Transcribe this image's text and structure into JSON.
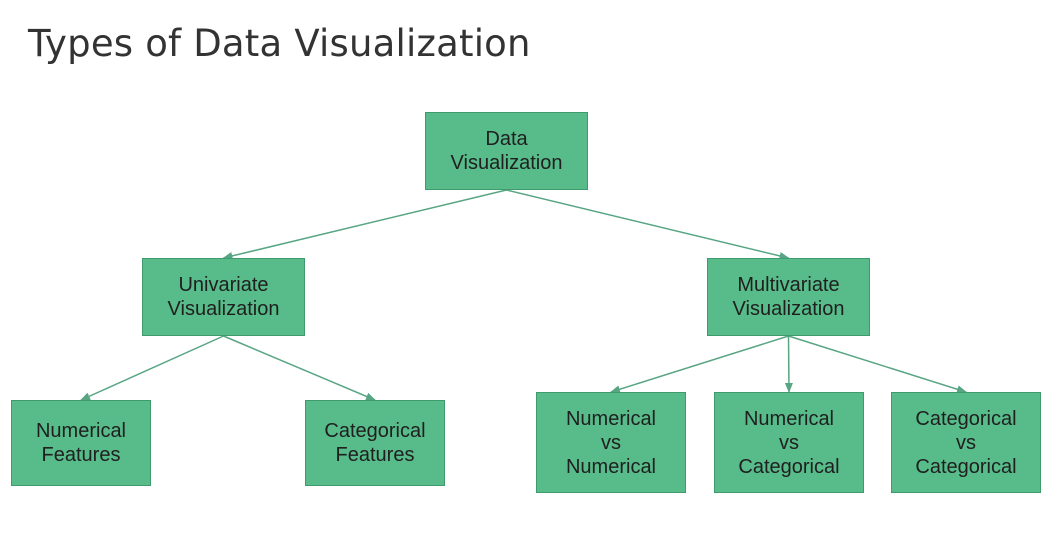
{
  "slide": {
    "title": "Types of Data Visualization"
  },
  "colors": {
    "node_fill": "#57bb8a",
    "node_border": "#3f9a6c",
    "connector": "#57a583",
    "title_text": "#333333"
  },
  "diagram": {
    "root": {
      "lines": [
        "Data",
        "Visualization"
      ]
    },
    "univariate": {
      "lines": [
        "Univariate",
        "Visualization"
      ]
    },
    "multivariate": {
      "lines": [
        "Multivariate",
        "Visualization"
      ]
    },
    "numerical_features": {
      "lines": [
        "Numerical",
        "Features"
      ]
    },
    "categorical_features": {
      "lines": [
        "Categorical",
        "Features"
      ]
    },
    "num_vs_num": {
      "lines": [
        "Numerical",
        "vs",
        "Numerical"
      ]
    },
    "num_vs_cat": {
      "lines": [
        "Numerical",
        "vs",
        "Categorical"
      ]
    },
    "cat_vs_cat": {
      "lines": [
        "Categorical",
        "vs",
        "Categorical"
      ]
    },
    "edges": [
      [
        "root",
        "univariate"
      ],
      [
        "root",
        "multivariate"
      ],
      [
        "univariate",
        "numerical_features"
      ],
      [
        "univariate",
        "categorical_features"
      ],
      [
        "multivariate",
        "num_vs_num"
      ],
      [
        "multivariate",
        "num_vs_cat"
      ],
      [
        "multivariate",
        "cat_vs_cat"
      ]
    ]
  }
}
